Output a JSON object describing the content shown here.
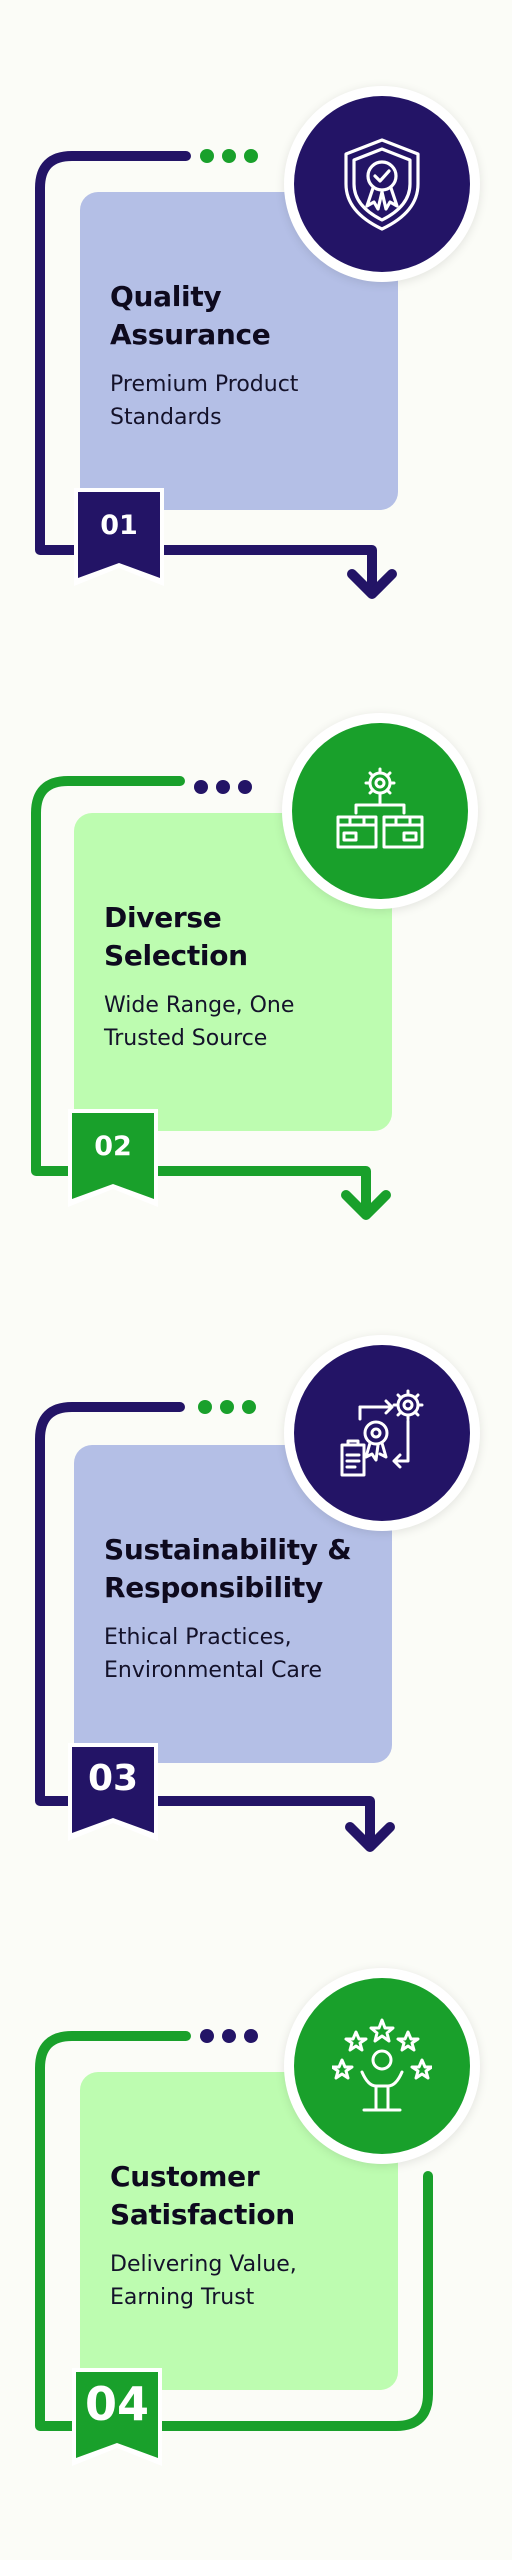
{
  "colors": {
    "navy": "#231466",
    "green": "#19a02b",
    "card_blue": "#b4bfe6",
    "card_green": "#bdfcb0",
    "background": "#fbfcf7"
  },
  "steps": [
    {
      "number": "01",
      "title": "Quality Assurance",
      "subtitle": "Premium Product Standards",
      "icon": "shield-award-icon"
    },
    {
      "number": "02",
      "title": "Diverse Selection",
      "subtitle": "Wide Range, One Trusted Source",
      "icon": "gear-boxes-icon"
    },
    {
      "number": "03",
      "title": "Sustainability & Responsibility",
      "subtitle": "Ethical Practices, Environmental Care",
      "icon": "process-certificate-icon"
    },
    {
      "number": "04",
      "title": "Customer Satisfaction",
      "subtitle": "Delivering Value, Earning Trust",
      "icon": "happy-customer-stars-icon"
    }
  ]
}
